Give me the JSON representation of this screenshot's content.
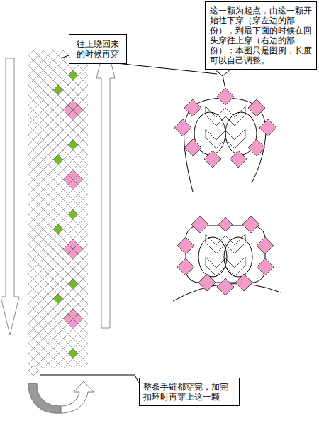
{
  "diagram": {
    "nodes": [
      {
        "text": [
          "这一颗为起点，由这一颗开始往下穿（穿左边的部份），到最下面的时候在回头穿往上穿（右边的部份）；本图只是图例，长度可以自己调整。"
        ]
      },
      {
        "text": [
          "往上绕回来的时候再穿"
        ]
      },
      {
        "text": [
          "整条手链都穿完，加完扣环时再穿上这一颗"
        ]
      }
    ]
  }
}
